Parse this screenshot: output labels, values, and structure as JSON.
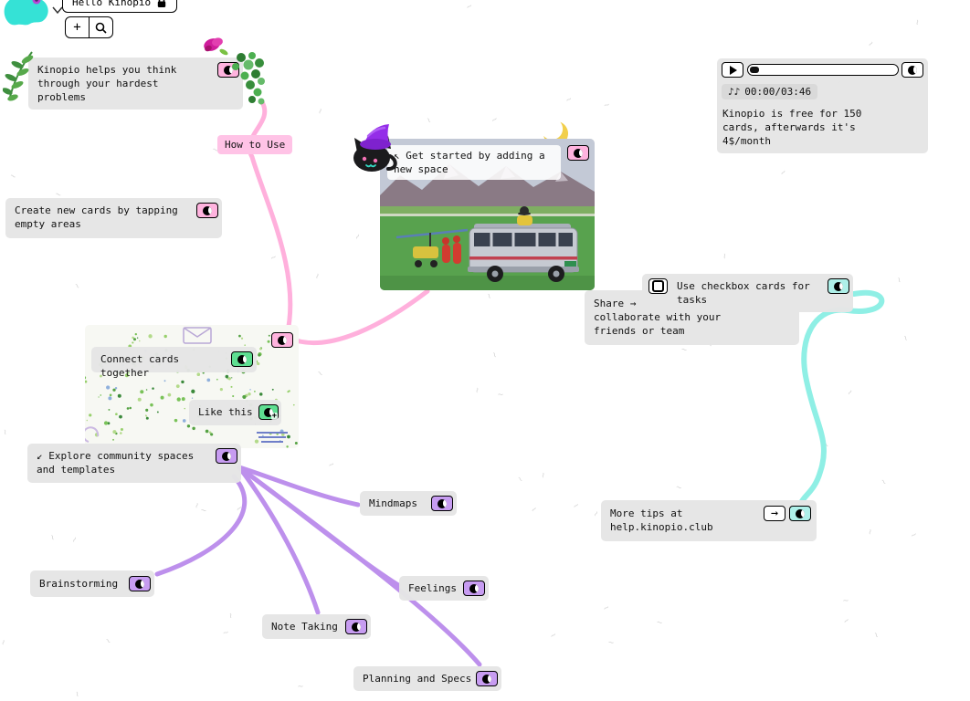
{
  "header": {
    "space_name": "Hello Kinopio",
    "add_label": "+"
  },
  "icons": {
    "music_notes": "♪♪",
    "arrow_right": "→",
    "plus": "+"
  },
  "colors": {
    "card_bg": "#e5e5e5",
    "pink": "#ffb3de",
    "green": "#5ede91",
    "purple": "#c79cf1",
    "cyan": "#aef0e9",
    "line_pink": "#ffb0dc",
    "line_green": "#5bd98b",
    "line_purple": "#bd90ec",
    "line_cyan": "#8fefe5"
  },
  "cards": {
    "intro": {
      "text": "Kinopio helps you think\nthrough your hardest\nproblems"
    },
    "how_to_use": {
      "text": "How to Use"
    },
    "create_cards": {
      "text": "Create new cards by tapping\nempty areas"
    },
    "get_started": {
      "text": "↖ Get started by adding a\nnew space"
    },
    "player": {
      "time": "00:00/03:46",
      "note": "Kinopio is free for 150\ncards, afterwards it's\n4$/month"
    },
    "checkbox_tasks": {
      "text": "Use checkbox cards for\ntasks"
    },
    "share": {
      "text": "Share →\ncollaborate with your\nfriends or team"
    },
    "connect": {
      "text": "Connect cards together"
    },
    "like_this": {
      "text": "Like this"
    },
    "explore": {
      "text": "↙ Explore community spaces\nand templates"
    },
    "mindmaps": {
      "text": "Mindmaps"
    },
    "brainstorming": {
      "text": "Brainstorming"
    },
    "note_taking": {
      "text": "Note Taking"
    },
    "feelings": {
      "text": "Feelings"
    },
    "planning": {
      "text": "Planning and Specs"
    },
    "more_tips": {
      "text": "More tips at\nhelp.kinopio.club"
    }
  }
}
